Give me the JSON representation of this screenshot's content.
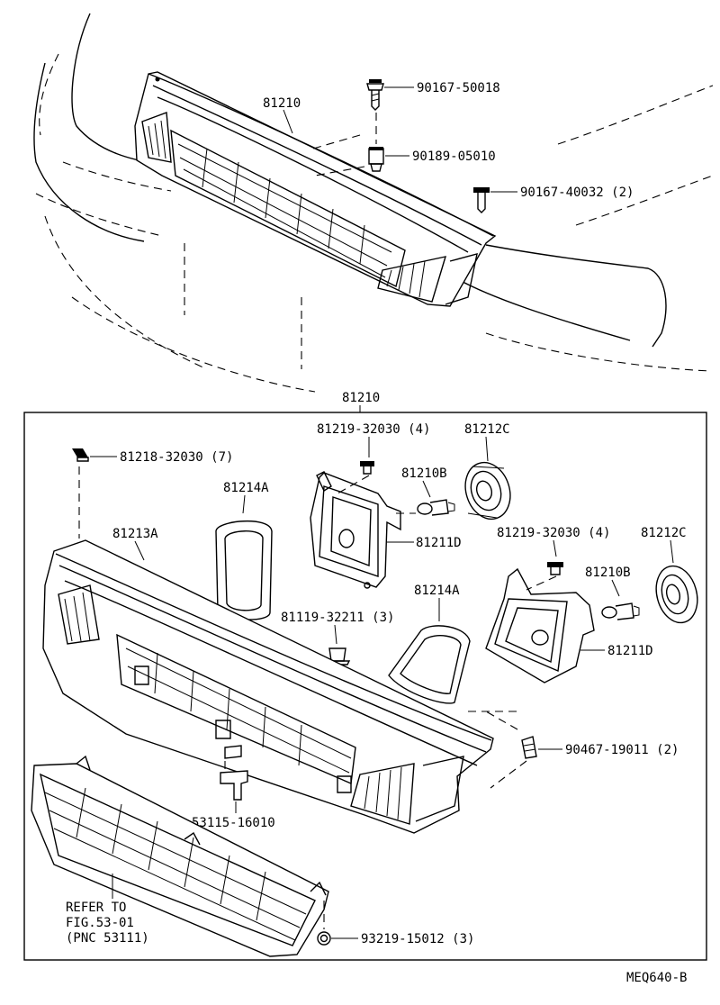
{
  "top_labels": {
    "grille": "81210",
    "bolt_upper": "90167-50018",
    "nut": "90189-05010",
    "bolt_side": "90167-40032 (2)"
  },
  "box_title": "81210",
  "labels": {
    "clip_corner": "81218-32030 (7)",
    "screw_left": "81219-32030 (4)",
    "socket_left": "81212C",
    "bulb_left": "81210B",
    "gasket_left": "81214A",
    "grille_body": "81213A",
    "lamp_left": "81211D",
    "screw_right": "81219-32030 (4)",
    "socket_right": "81212C",
    "bulb_right": "81210B",
    "clip_center": "81119-32211 (3)",
    "gasket_right": "81214A",
    "lamp_right": "81211D",
    "clip_right": "90467-19011 (2)",
    "bracket": "53115-16010",
    "refer_line1": "REFER TO",
    "refer_line2": "FIG.53-01",
    "refer_line3": "(PNC 53111)",
    "nut_bottom": "93219-15012 (3)"
  },
  "diagram_code": "MEQ640-B"
}
